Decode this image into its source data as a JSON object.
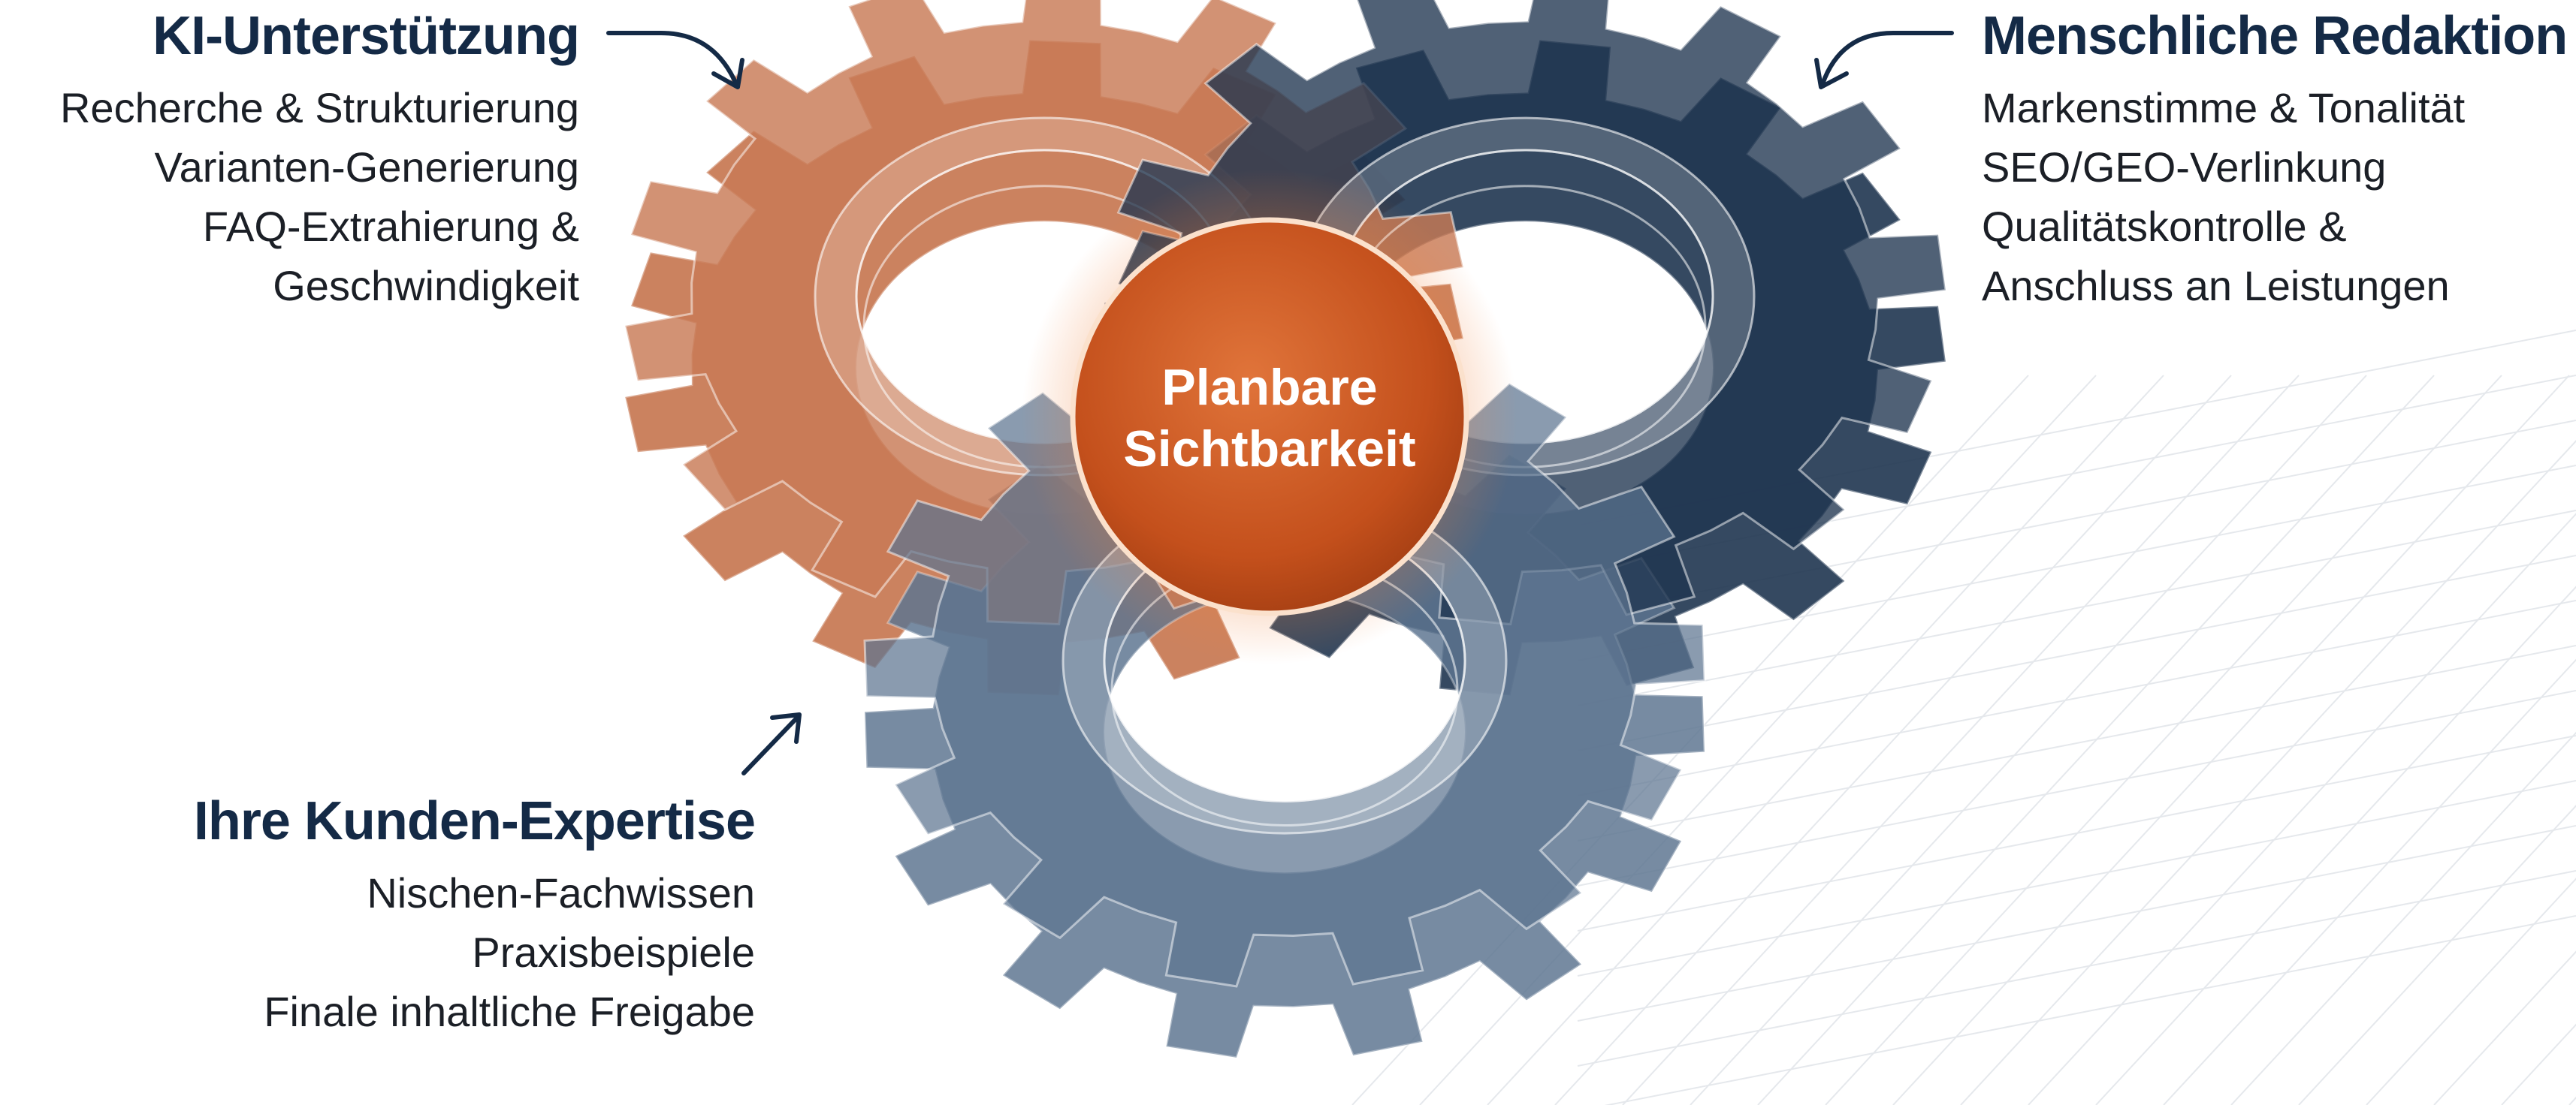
{
  "center": {
    "line1": "Planbare",
    "line2": "Sichtbarkeit"
  },
  "ki": {
    "title": "KI-Unterstützung",
    "items": [
      "Recherche & Strukturierung",
      "Varianten-Generierung",
      "FAQ-Extrahierung &",
      "Geschwindigkeit"
    ],
    "color": "#c87a55"
  },
  "human": {
    "title": "Menschliche Redaktion",
    "items": [
      "Markenstimme & Tonalität",
      "SEO/GEO-Verlinkung",
      "Qualitätskontrolle &",
      "Anschluss an Leistungen"
    ],
    "color": "#1f3550"
  },
  "kunden": {
    "title": "Ihre Kunden-Expertise",
    "items": [
      "Nischen-Fachwissen",
      "Praxisbeispiele",
      "Finale inhaltliche Freigabe"
    ],
    "color": "#5d7590"
  },
  "accent": "#c4501c"
}
